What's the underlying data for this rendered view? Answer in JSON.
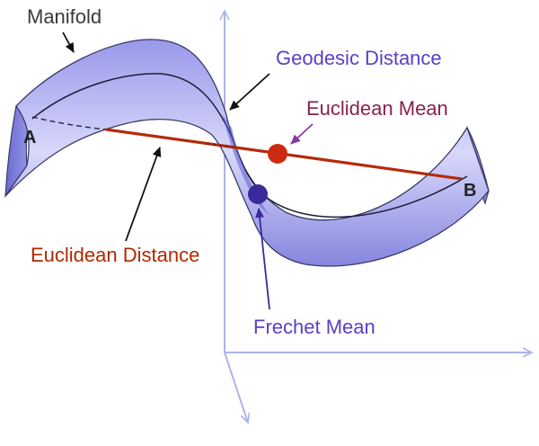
{
  "labels": {
    "manifold": "Manifold",
    "geodesic_distance": "Geodesic Distance",
    "euclidean_mean": "Euclidean Mean",
    "euclidean_distance": "Euclidean Distance",
    "frechet_mean": "Frechet Mean"
  },
  "points": {
    "a": "A",
    "b": "B"
  },
  "colors": {
    "manifold_fill": "#a9a9f0",
    "manifold_edge": "#3a3a6a",
    "euclidean_line": "#b52a0c",
    "euclidean_mean_dot": "#cc2a12",
    "frechet_mean_dot": "#3a2a9a",
    "axes": "#aab4ea",
    "geodesic_label": "#5a40c8",
    "euclidean_mean_label": "#8a2050",
    "euclidean_distance_label": "#b02800"
  }
}
